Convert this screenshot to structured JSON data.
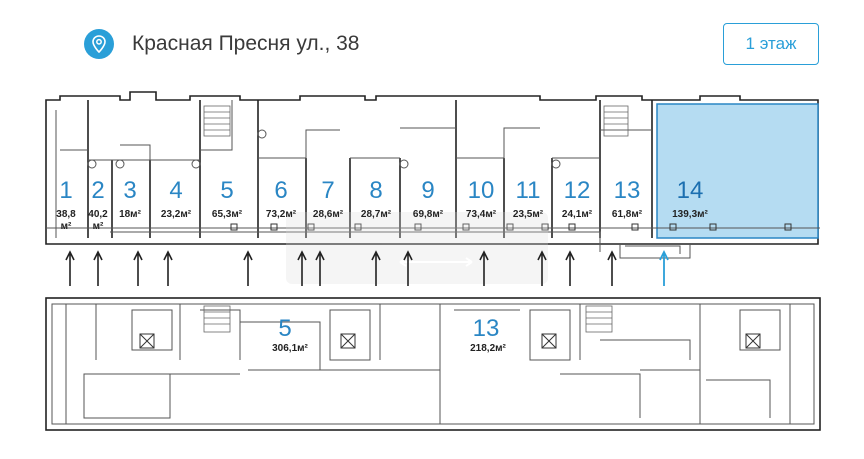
{
  "header": {
    "address": "Красная Пресня ул., 38",
    "floor_button": "1 этаж",
    "location_icon": "map-pin-icon"
  },
  "floor1_units": [
    {
      "num": "1",
      "area1": "38,8",
      "area2": "м²"
    },
    {
      "num": "2",
      "area1": "40,2",
      "area2": "м²"
    },
    {
      "num": "3",
      "area1": "18м²",
      "area2": ""
    },
    {
      "num": "4",
      "area1": "23,2м²",
      "area2": ""
    },
    {
      "num": "5",
      "area1": "65,3м²",
      "area2": ""
    },
    {
      "num": "6",
      "area1": "73,2м²",
      "area2": ""
    },
    {
      "num": "7",
      "area1": "28,6м²",
      "area2": ""
    },
    {
      "num": "8",
      "area1": "28,7м²",
      "area2": ""
    },
    {
      "num": "9",
      "area1": "69,8м²",
      "area2": ""
    },
    {
      "num": "10",
      "area1": "73,4м²",
      "area2": ""
    },
    {
      "num": "11",
      "area1": "23,5м²",
      "area2": ""
    },
    {
      "num": "12",
      "area1": "24,1м²",
      "area2": ""
    },
    {
      "num": "13",
      "area1": "61,8м²",
      "area2": ""
    },
    {
      "num": "14",
      "area1": "139,3м²",
      "area2": ""
    }
  ],
  "selected_unit": "14",
  "lower_units": [
    {
      "num": "5",
      "area": "306,1м²"
    },
    {
      "num": "13",
      "area": "218,2м²"
    }
  ],
  "colors": {
    "accent": "#2a9fd8",
    "selected_fill": "#b5dcf2",
    "label": "#2a86c4"
  }
}
